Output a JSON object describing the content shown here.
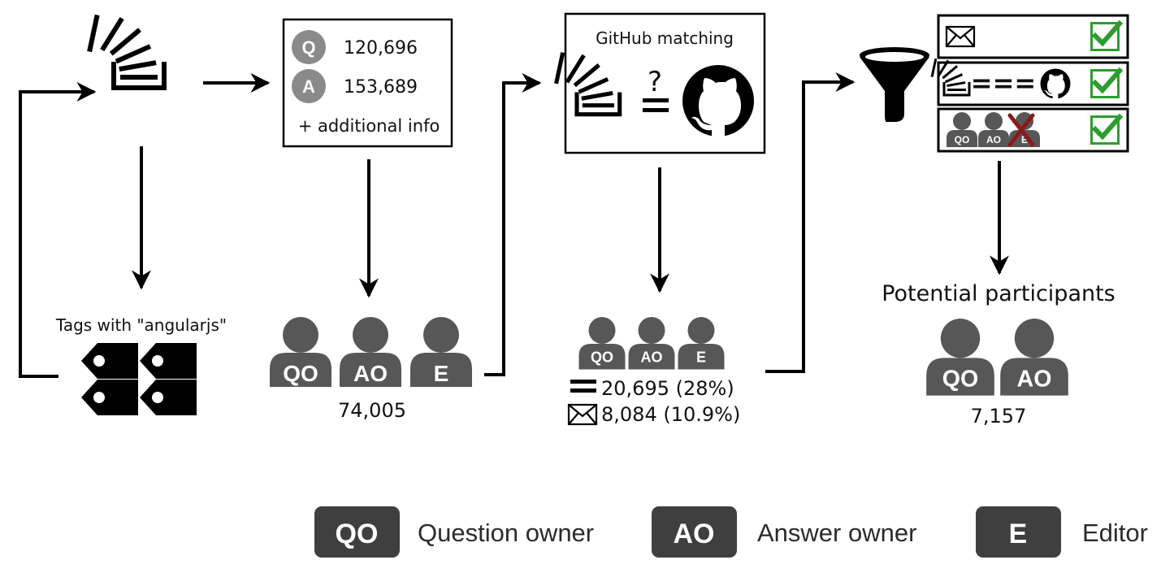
{
  "stackoverflow": {
    "tags_label": "Tags with \"angularjs\""
  },
  "counts_box": {
    "q_letter": "Q",
    "q_value": "120,696",
    "a_letter": "A",
    "a_value": "153,689",
    "extra": "+ additional info"
  },
  "users_stage": {
    "qo": "QO",
    "ao": "AO",
    "e": "E",
    "total": "74,005"
  },
  "github_box": {
    "title": "GitHub matching",
    "question_mark": "?"
  },
  "matched_stage": {
    "qo": "QO",
    "ao": "AO",
    "e": "E",
    "equal_count": "20,695 (28%)",
    "email_count": "8,084 (10.9%)"
  },
  "filter_panel": {
    "row_equals": "===",
    "mini_qo": "QO",
    "mini_ao": "AO",
    "mini_e": "E"
  },
  "result": {
    "title": "Potential participants",
    "qo": "QO",
    "ao": "AO",
    "total": "7,157"
  },
  "legend": [
    {
      "abbr": "QO",
      "label": "Question owner"
    },
    {
      "abbr": "AO",
      "label": "Answer owner"
    },
    {
      "abbr": "E",
      "label": "Editor"
    }
  ],
  "colors": {
    "badge_dark": "#3f3f3f",
    "person": "#575757",
    "circle_badge": "#8a8a8a",
    "check_green": "#2e9d2e",
    "cross_red": "#8b1a1a"
  }
}
